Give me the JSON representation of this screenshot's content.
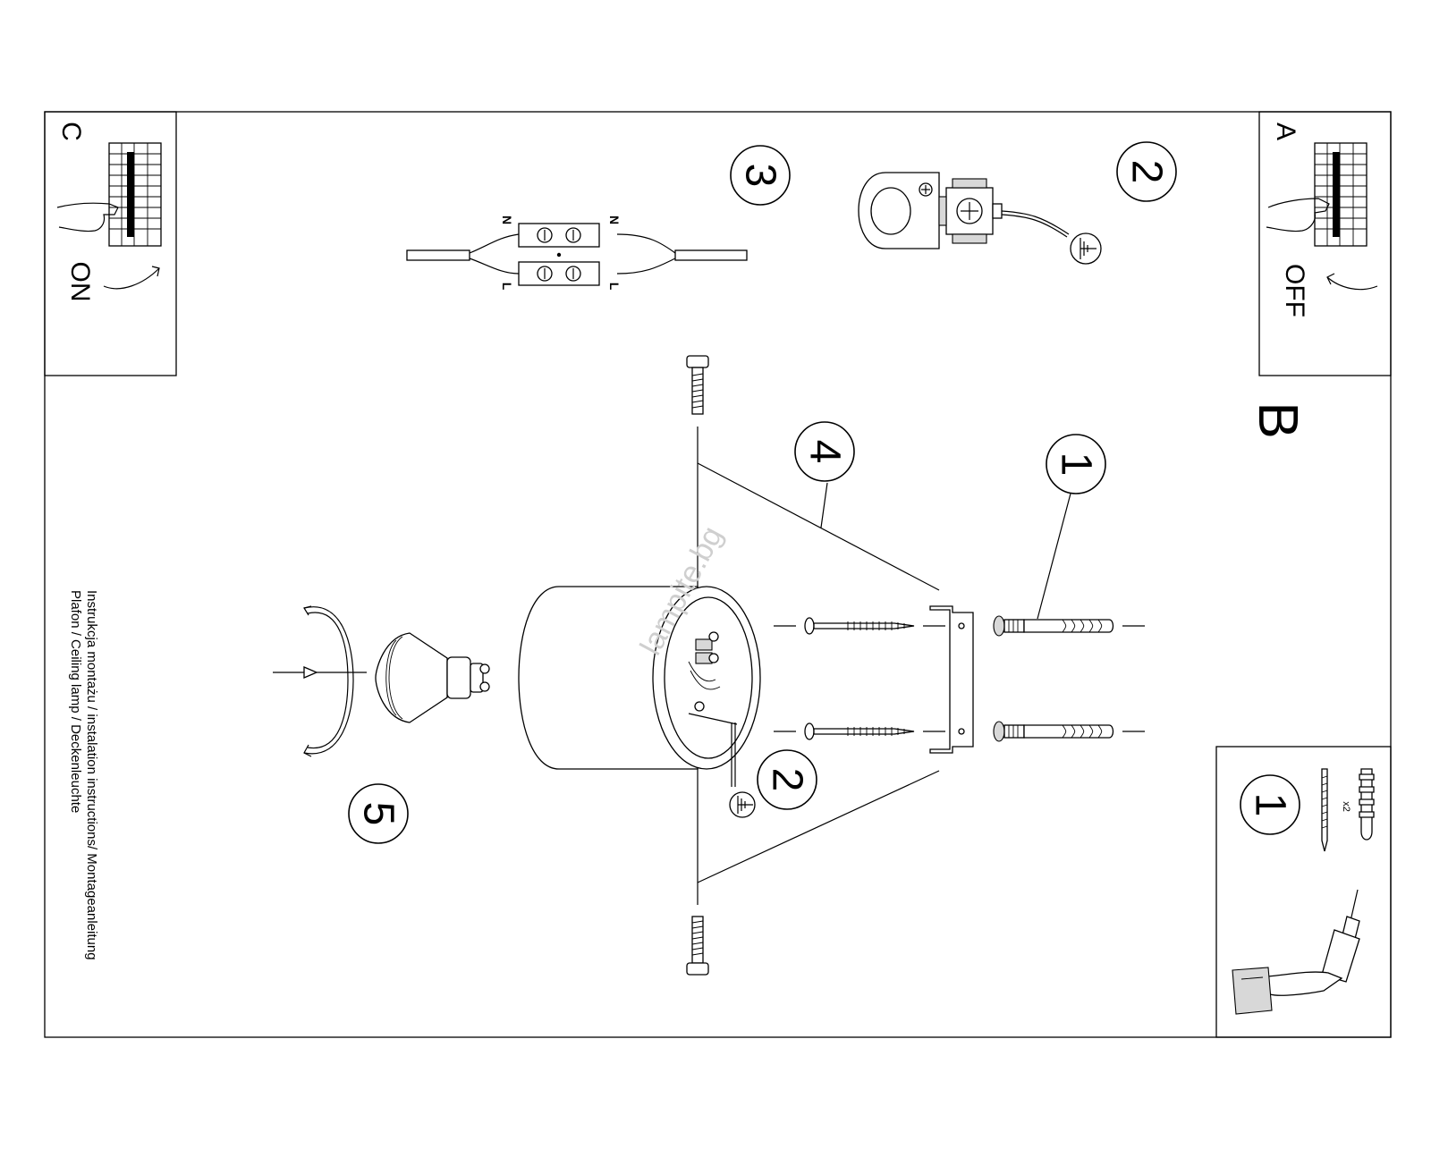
{
  "panels": {
    "a": {
      "letter": "A",
      "switch_label": "OFF"
    },
    "b": {
      "letter": "B"
    },
    "c": {
      "letter": "C",
      "switch_label": "ON"
    }
  },
  "steps": {
    "s1": "1",
    "s2_top": "2",
    "s2_main": "2",
    "s3": "3",
    "s4": "4",
    "s5": "5",
    "tools_step": "1",
    "tools_qty": "x2"
  },
  "terminal": {
    "n_left": "N",
    "n_right": "N",
    "l_left": "L",
    "l_right": "L"
  },
  "caption": {
    "line1": "Instrukcja montażu / instalation instructions/ Montageanleitung",
    "line2": "Plafon / Ceiling lamp / Deckenleuchte"
  },
  "watermark": "lampite.bg"
}
